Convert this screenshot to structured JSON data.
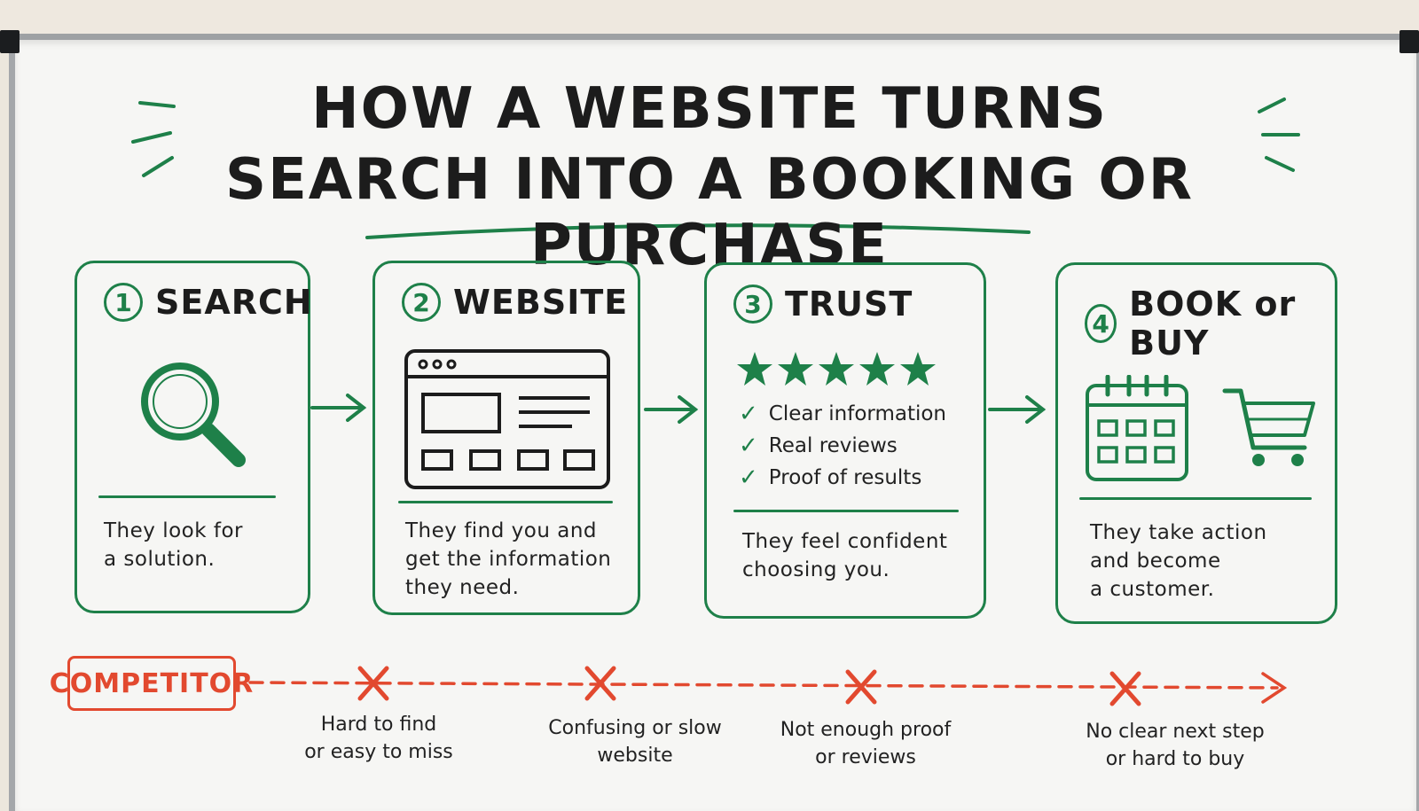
{
  "title": {
    "line1": "HOW A WEBSITE TURNS",
    "line2": "SEARCH INTO A BOOKING OR PURCHASE"
  },
  "steps": [
    {
      "number": "1",
      "title": "SEARCH",
      "icon": "magnifying-glass-icon",
      "description": "They look for\na solution."
    },
    {
      "number": "2",
      "title": "WEBSITE",
      "icon": "browser-window-icon",
      "description": "They find you and\nget the information\nthey need."
    },
    {
      "number": "3",
      "title": "TRUST",
      "icon": "five-stars-icon",
      "checks": [
        "Clear information",
        "Real reviews",
        "Proof of results"
      ],
      "description": "They feel confident\nchoosing you."
    },
    {
      "number": "4",
      "title": "BOOK or BUY",
      "icon": "calendar-icon",
      "icon2": "shopping-cart-icon",
      "description": "They take action\nand become\na customer."
    }
  ],
  "competitor": {
    "label": "COMPETITOR",
    "failures": [
      "Hard to find\nor easy to miss",
      "Confusing or slow\nwebsite",
      "Not enough proof\nor reviews",
      "No clear next step\nor hard to buy"
    ]
  },
  "colors": {
    "green": "#1e8049",
    "red": "#e2492f",
    "ink": "#1c1c1c",
    "board": "#f6f6f4"
  }
}
